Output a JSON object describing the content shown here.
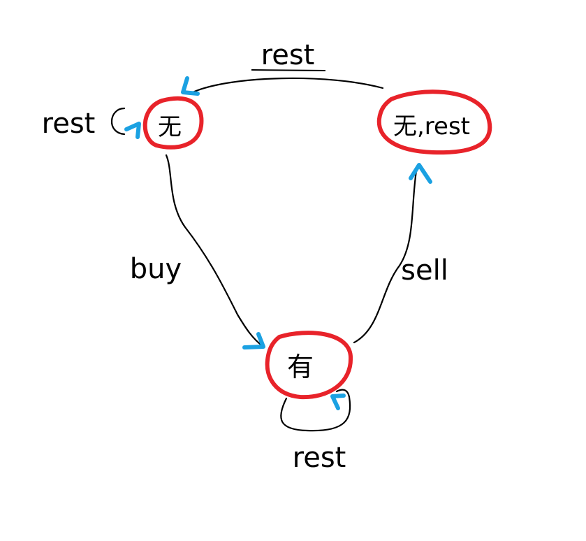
{
  "diagram": {
    "states": {
      "none": {
        "label": "无"
      },
      "none_rest": {
        "label": "无,rest"
      },
      "have": {
        "label": "有"
      }
    },
    "transitions": {
      "none_self": {
        "label": "rest"
      },
      "none_to_have": {
        "label": "buy"
      },
      "have_self": {
        "label": "rest"
      },
      "have_to_none_rest": {
        "label": "sell"
      },
      "none_rest_to_none": {
        "label": "rest"
      }
    }
  },
  "colors": {
    "line": "#000000",
    "state_outline": "#e8232a",
    "arrowhead": "#1ba1e2",
    "background": "#ffffff"
  }
}
